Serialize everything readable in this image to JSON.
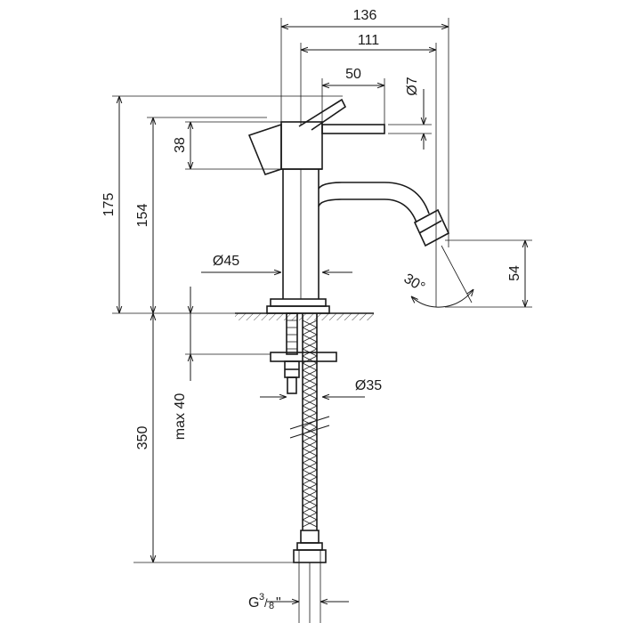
{
  "dimensions": {
    "total_width": "136",
    "spout_reach": "111",
    "handle_length": "50",
    "handle_dia": "Ø7",
    "handle_height": "38",
    "total_height": "175",
    "body_height": "154",
    "body_dia": "Ø45",
    "outlet_height": "54",
    "spout_angle": "30°",
    "deck_thickness": "max 40",
    "hose_length": "350",
    "shank_dia": "Ø35",
    "thread_prefix": "G",
    "thread_num": "3",
    "thread_den": "8",
    "thread_suffix": "\""
  }
}
